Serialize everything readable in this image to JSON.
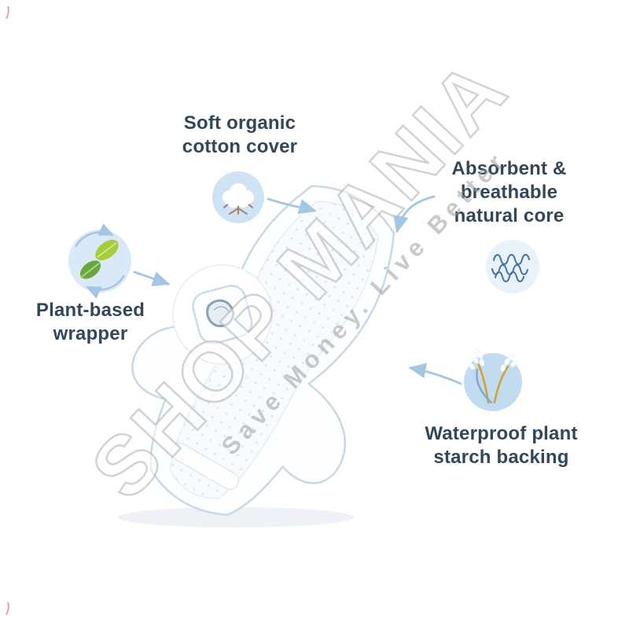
{
  "illustration": {
    "name": "sanitary-pad-illustration"
  },
  "watermark": {
    "title": "SHOP MANIA",
    "subtitle": "Save Money. Live Better"
  },
  "annotations": {
    "cotton": {
      "label": "Soft organic\ncotton cover",
      "icon": "cotton-boll-icon"
    },
    "core": {
      "label": "Absorbent &\nbreathable\nnatural core",
      "icon": "fluff-core-icon"
    },
    "wrapper": {
      "label": "Plant-based\nwrapper",
      "icon": "leaves-recycle-icon"
    },
    "backing": {
      "label": "Waterproof plant\nstarch backing",
      "icon": "rice-plant-icon"
    }
  },
  "colors": {
    "label_text": "#33475b",
    "arrow": "#a3c6e5",
    "icon_circle_blue": "#cfe3f4",
    "leaves_circle": "#d9e9f7",
    "core_circle": "#e9f2fb",
    "rice_circle": "#c2dbf1",
    "leaf_green": "#a5cd39",
    "leaf_green_dark": "#6aa83a",
    "core_scribble": "#47709e",
    "stem_yellow": "#cfa12e",
    "pad_outline": "#c7d8e8",
    "corner_mark": "#c0392b",
    "watermark_fill": "rgba(255,255,255,0.55)",
    "watermark_outline": "rgba(180,180,180,0.6)",
    "watermark_subtitle": "rgba(156,156,156,0.55)"
  }
}
